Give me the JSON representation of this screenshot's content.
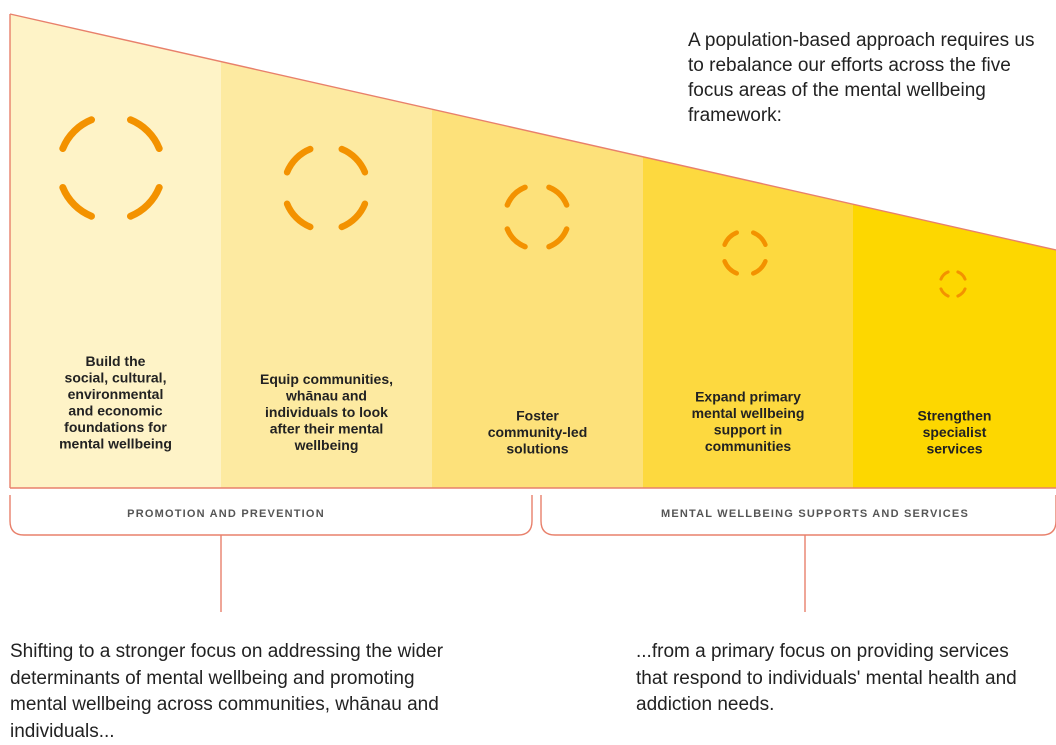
{
  "intro_text": "A population-based approach requires us to rebalance our efforts across the five focus areas of the mental wellbeing framework:",
  "columns": [
    {
      "label_lines": [
        "Build the",
        "social, cultural,",
        "environmental",
        "and economic",
        "foundations for",
        "mental wellbeing"
      ],
      "color": "#fef3c7",
      "icon": "focus-ring-icon"
    },
    {
      "label_lines": [
        "Equip communities,",
        "whānau and",
        "individuals to look",
        "after their mental",
        "wellbeing"
      ],
      "color": "#fdeaa1",
      "icon": "focus-ring-icon"
    },
    {
      "label_lines": [
        "Foster",
        "community-led",
        "solutions"
      ],
      "color": "#fde17a",
      "icon": "focus-ring-icon"
    },
    {
      "label_lines": [
        "Expand primary",
        "mental wellbeing",
        "support in",
        "communities"
      ],
      "color": "#fdd93f",
      "icon": "focus-ring-icon"
    },
    {
      "label_lines": [
        "Strengthen",
        "specialist",
        "services"
      ],
      "color": "#fdd700",
      "icon": "focus-ring-icon"
    }
  ],
  "groups": {
    "left": "PROMOTION AND PREVENTION",
    "right": "MENTAL WELLBEING SUPPORTS AND SERVICES"
  },
  "captions": {
    "left": "Shifting to a stronger focus on addressing the wider determinants of mental wellbeing and promoting mental wellbeing across communities, whānau and individuals...",
    "right": "...from a primary focus on providing services that respond to individuals' mental health and addiction needs."
  },
  "colors": {
    "accent_line": "#e8806b",
    "icon_orange": "#f39200"
  }
}
